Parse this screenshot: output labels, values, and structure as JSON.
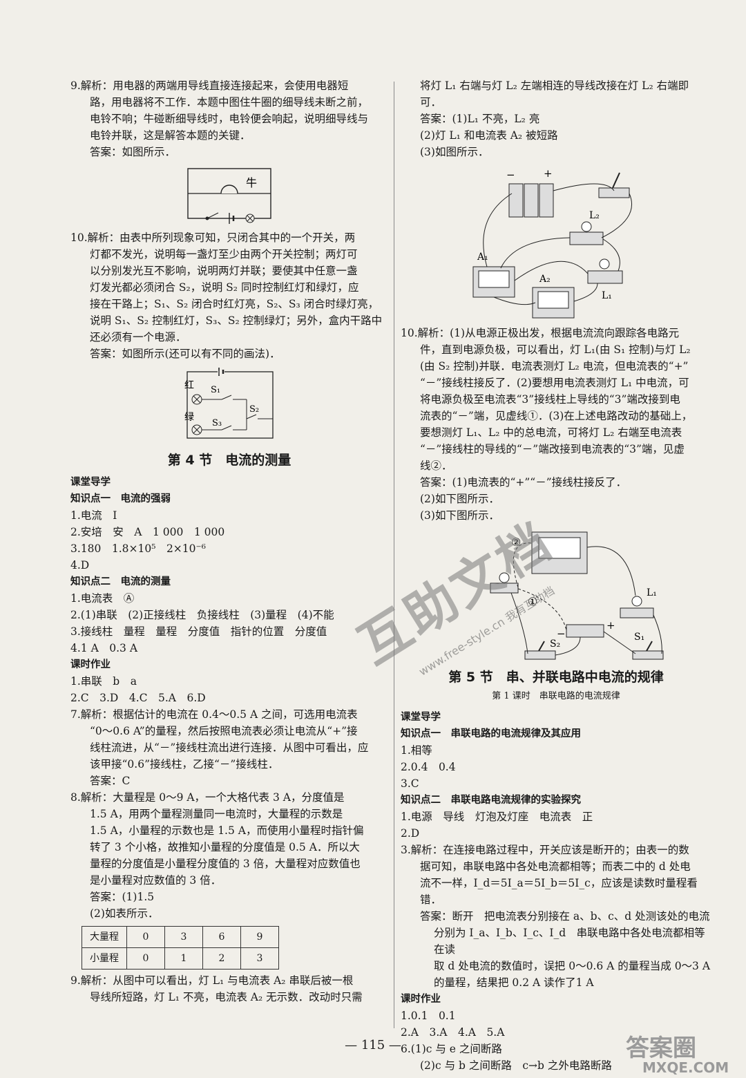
{
  "left": {
    "q9a": {
      "lines": [
        "9.解析：用电器的两端用导线直接连接起来，会使用电器短",
        "路，用电器将不工作．本题中图住牛圈的细导线未断之前，",
        "电铃不响；牛碰断细导线时，电铃便会响起，说明细导线与",
        "电铃并联，这是解答本题的关键．"
      ],
      "answer": "答案：如图所示．",
      "fig_label": "牛"
    },
    "q10a": {
      "lines": [
        "10.解析：由表中所列现象可知，只闭合其中的一个开关，两",
        "灯都不发光，说明每一盏灯至少由两个开关控制；两灯可",
        "以分别发光互不影响，说明两灯并联；要使其中任意一盏",
        "灯发光都必须闭合 S₂，说明 S₂ 同时控制红灯和绿灯，应",
        "接在干路上；S₁、S₂ 闭合时红灯亮，S₂、S₃ 闭合时绿灯亮，",
        "说明 S₁、S₂ 控制红灯，S₃、S₂ 控制绿灯；另外，盒内干路中",
        "还必须有一个电源．"
      ],
      "answer": "答案：如图所示(还可以有不同的画法)．",
      "fig_labels": [
        "红",
        "绿",
        "S₁",
        "S₂",
        "S₃"
      ]
    },
    "section_title": "第 4 节　电流的测量",
    "class_guide": "课堂导学",
    "kp1": "知识点一　电流的强弱",
    "kp1_items": [
      "1.电流　I",
      "2.安培　安　A　1 000　1 000",
      "3.180　1.8×10⁵　2×10⁻⁶",
      "4.D"
    ],
    "kp2": "知识点二　电流的测量",
    "kp2_items": [
      "1.电流表　Ⓐ",
      "2.(1)串联　(2)正接线柱　负接线柱　(3)量程　(4)不能",
      "3.接线柱　量程　量程　分度值　指针的位置　分度值",
      "4.1 A　0.3 A"
    ],
    "homework": "课时作业",
    "hw_items": [
      "1.串联　b　a",
      "2.C　3.D　4.C　5.A　6.D"
    ],
    "q7": [
      "7.解析：根据估计的电流在 0.4～0.5 A 之间，可选用电流表",
      "“0～0.6 A”的量程，然后按照电流表必须让电流从“+”接",
      "线柱流进，从“－”接线柱流出进行连接．从图中可看出，应",
      "该甲接“0.6”接线柱，乙接“－”接线柱．"
    ],
    "q7_answer": "答案：C",
    "q8": [
      "8.解析：大量程是 0～9 A，一个大格代表 3 A，分度值是",
      "1.5 A，用两个量程测量同一电流时，大量程的示数是",
      "1.5 A，小量程的示数也是 1.5 A，而使用小量程时指针偏",
      "转了 3 个小格，故推知小量程的分度值是 0.5 A．所以大",
      "量程的分度值是小量程分度值的 3 倍，大量程对应数值也",
      "是小量程对应数值的 3 倍．"
    ],
    "q8_answer1": "答案：(1)1.5",
    "q8_answer2": "(2)如表所示．",
    "table": [
      [
        "大量程",
        "0",
        "3",
        "6",
        "9"
      ],
      [
        "小量程",
        "0",
        "1",
        "2",
        "3"
      ]
    ],
    "q9b": [
      "9.解析：从图中可以看出，灯 L₁ 与电流表 A₂ 串联后被一根",
      "导线所短路，灯 L₁ 不亮，电流表 A₂ 无示数．改动时只需"
    ]
  },
  "right": {
    "q9b_cont": [
      "将灯 L₁ 右端与灯 L₂ 左端相连的导线改接在灯 L₂ 右端即",
      "可．"
    ],
    "q9b_ans": [
      "答案：(1)L₁ 不亮，L₂ 亮",
      "(2)灯 L₁ 和电流表 A₂ 被短路",
      "(3)如图所示．"
    ],
    "fig1_labels": [
      "A₁",
      "A₂",
      "L₂",
      "L₁",
      "−",
      "+"
    ],
    "q10b": [
      "10.解析：(1)从电源正极出发，根据电流流向跟踪各电路元",
      "件，直到电源负极，可以看出，灯 L₁(由 S₁ 控制)与灯 L₂",
      "(由 S₂ 控制)并联．电流表测灯 L₂ 电流，但电流表的“+”",
      "“－”接线柱接反了．(2)要想用电流表测灯 L₁ 中电流，可",
      "将电源负极至电流表“3”接线柱上导线的“3”端改接到电",
      "流表的“－”端，见虚线①．(3)在上述电路改动的基础上，",
      "要想测灯 L₁、L₂ 中的总电流，可将灯 L₂ 右端至电流表",
      "“－”接线柱的导线的“－”端改接到电流表的“3”端，见虚",
      "线②．"
    ],
    "q10b_ans": [
      "答案：(1)电流表的“+”“－”接线柱接反了．",
      "(2)如下图所示．",
      "(3)如下图所示．"
    ],
    "fig2_labels": [
      "②",
      "①",
      "L₁",
      "S₁",
      "S₂",
      "−",
      "+"
    ],
    "section_title": "第 5 节　串、并联电路中电流的规律",
    "sub_title": "第 1 课时　串联电路的电流规律",
    "class_guide": "课堂导学",
    "kp1": "知识点一　串联电路的电流规律及其应用",
    "kp1_items": [
      "1.相等",
      "2.0.4　0.4",
      "3.C"
    ],
    "kp2": "知识点二　串联电路电流规律的实验探究",
    "kp2_items": [
      "1.电源　导线　灯泡及灯座　电流表　正",
      "2.D"
    ],
    "q3": [
      "3.解析：在连接电路过程中，开关应该是断开的；由表一的数",
      "据可知，串联电路中各处电流都相等；而表二中的 d 处电",
      "流不一样，I_d＝5I_a＝5I_b＝5I_c，应该是读数时量程看错．"
    ],
    "q3_ans": [
      "答案：断开　把电流表分别接在 a、b、c、d 处测该处的电流",
      "分别为 I_a、I_b、I_c、I_d　串联电路中各处电流都相等　在读",
      "取 d 处电流的数值时，误把 0～0.6 A 的量程当成 0～3 A",
      "的量程，结果把 0.2 A 读作了1 A"
    ],
    "homework": "课时作业",
    "hw_items": [
      "1.0.1　0.1",
      "2.A　3.A　4.A　5.A",
      "6.(1)c 与 e 之间断路",
      "(2)c 与 b 之间断路　c→b 之外电路断路"
    ]
  },
  "page_number": "— 115 —",
  "watermark": "互助文档",
  "watermark_small": "www.free-style.cn 我有互助档",
  "logo_text": "答案圈",
  "logo_url": "MXQE.COM"
}
